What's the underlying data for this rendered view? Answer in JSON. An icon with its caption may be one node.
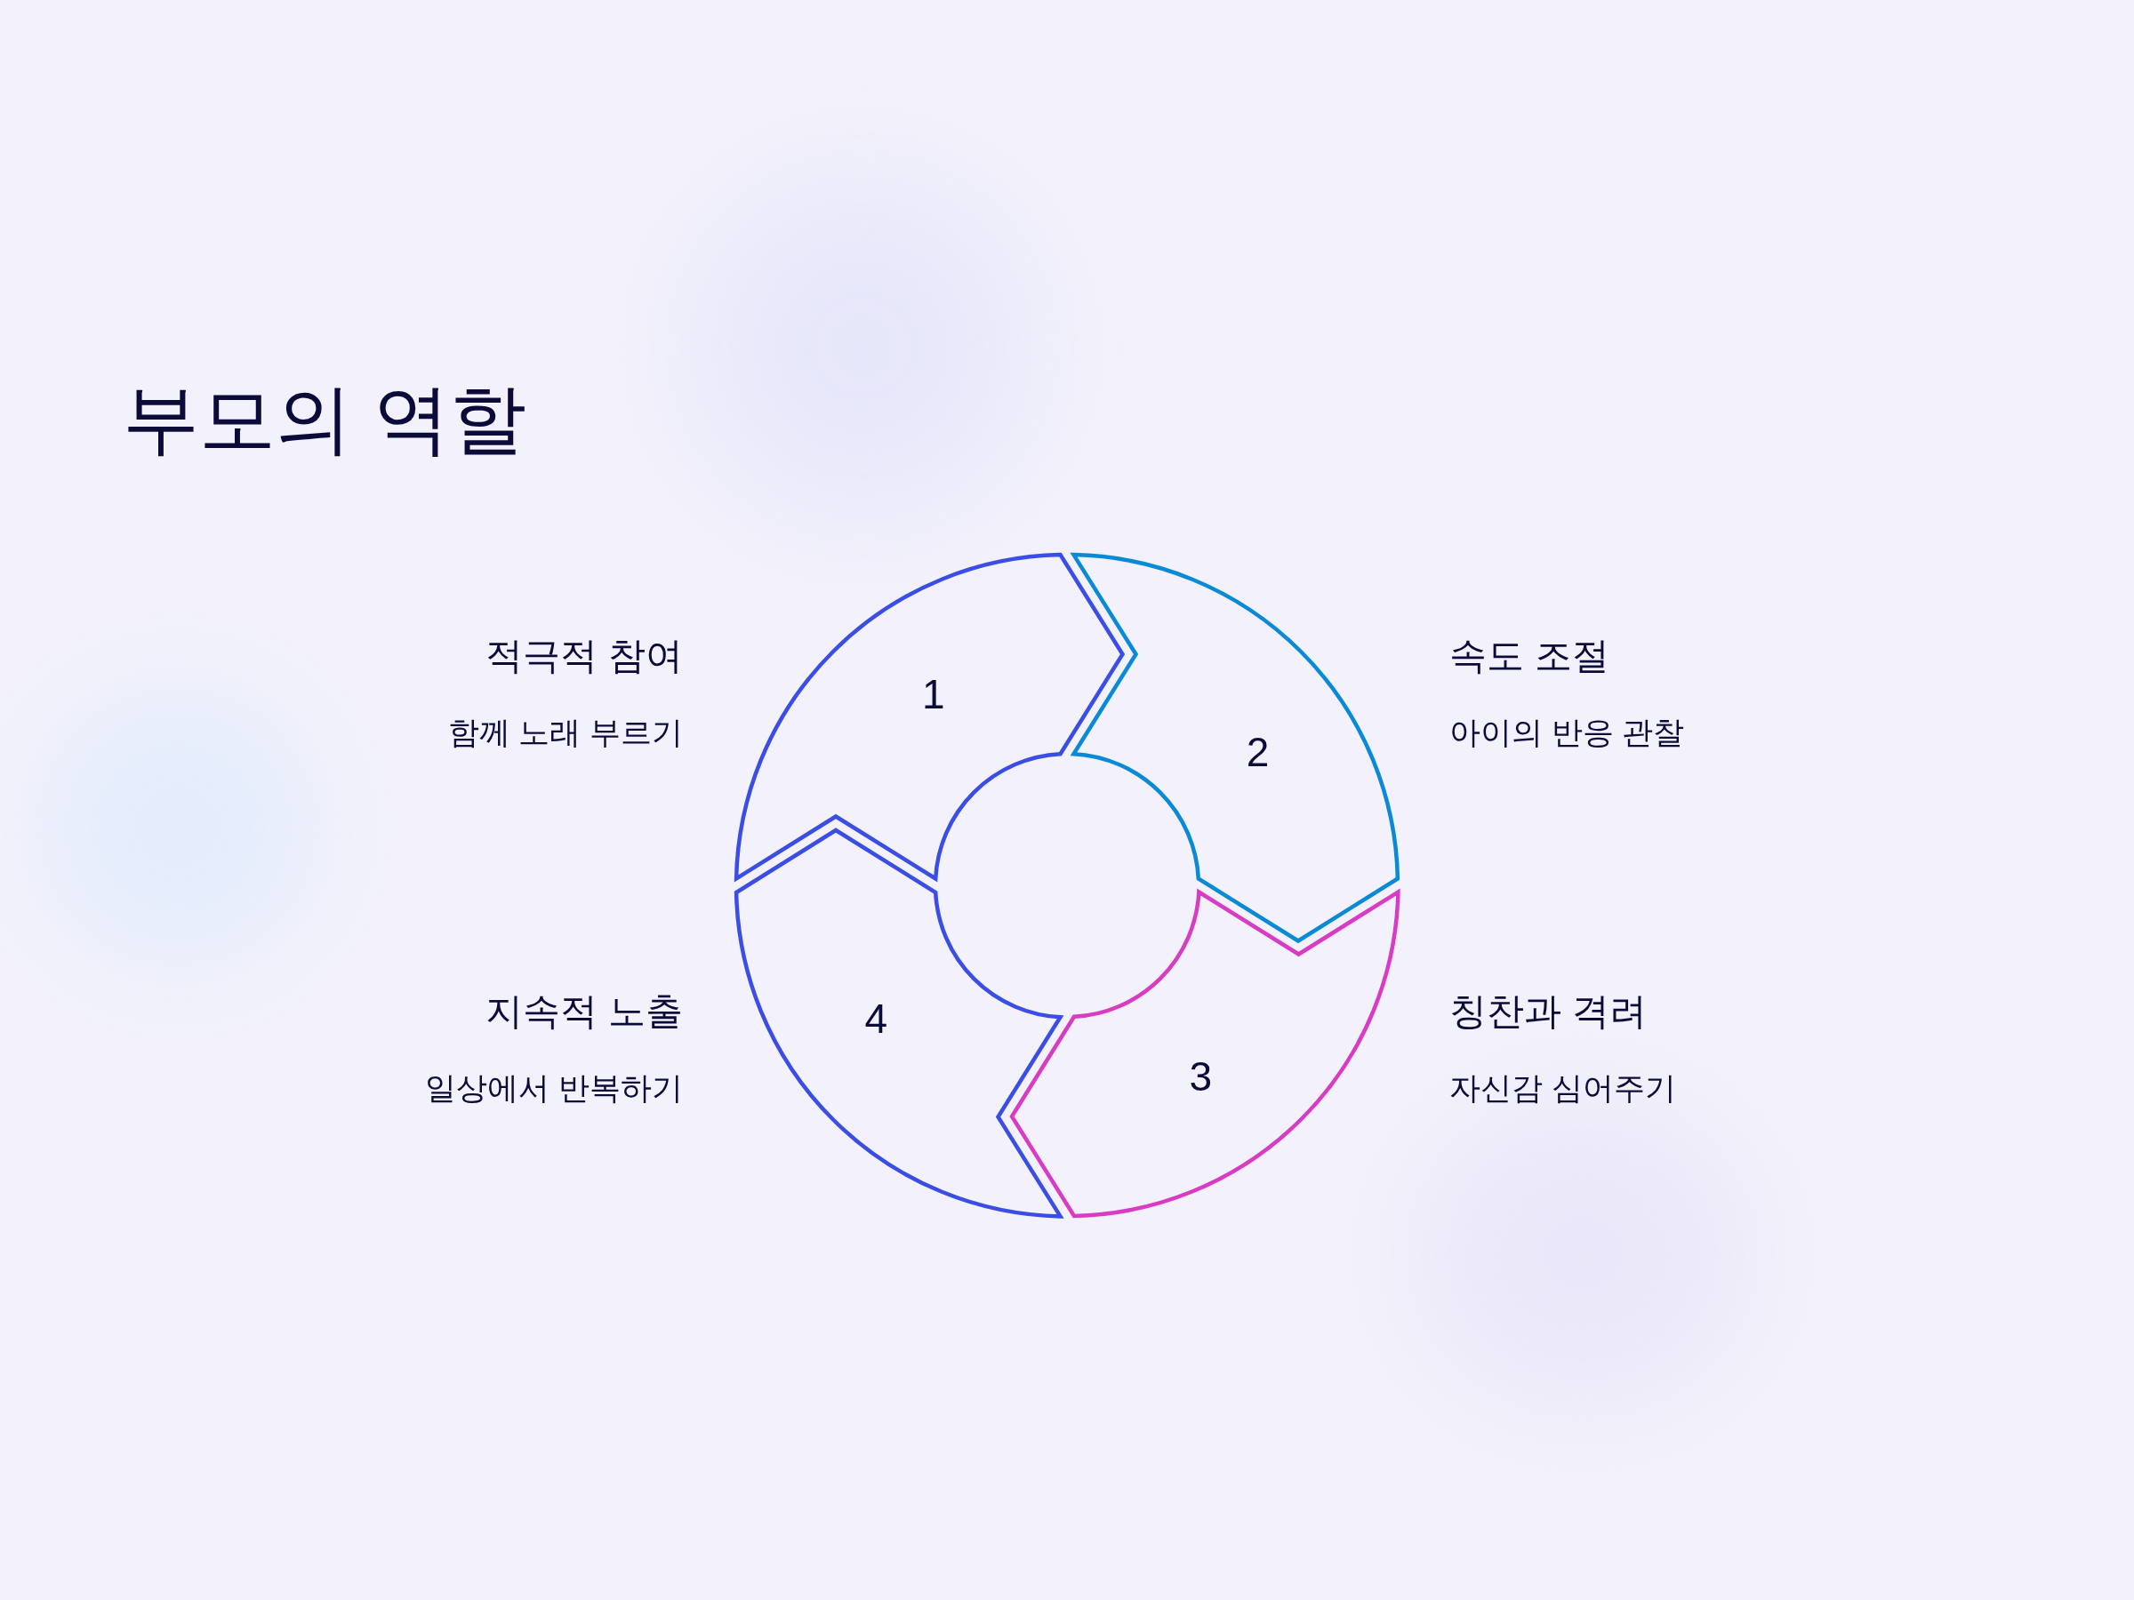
{
  "diagram": {
    "title": "부모의 역할",
    "nodes": [
      {
        "text": [
          "1"
        ],
        "beside": [
          "적극적 참여",
          "함께 노래 부르기"
        ]
      },
      {
        "text": [
          "2"
        ],
        "beside": [
          "속도 조절",
          "아이의 반응 관찰"
        ]
      },
      {
        "text": [
          "3"
        ],
        "beside": [
          "칭찬과 격려",
          "자신감 심어주기"
        ]
      },
      {
        "text": [
          "4"
        ],
        "beside": [
          "지속적 노출",
          "일상에서 반복하기"
        ]
      }
    ],
    "edges": []
  }
}
